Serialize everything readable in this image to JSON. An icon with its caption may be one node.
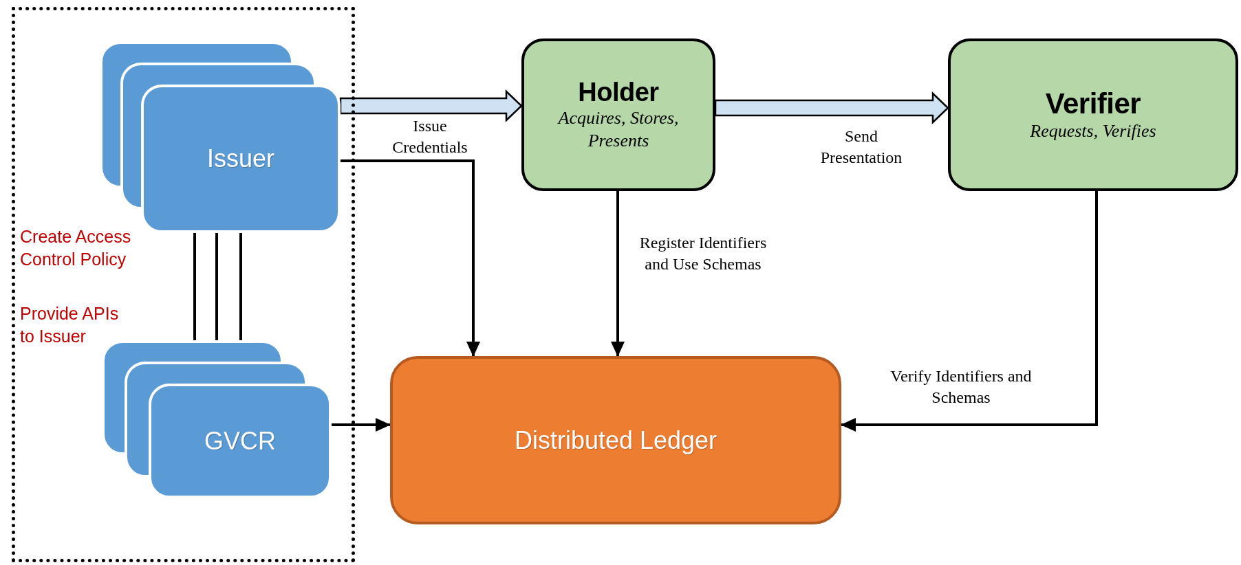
{
  "diagram": {
    "nodes": [
      {
        "text": [],
        "shape": "box"
      },
      {
        "text": [
          "Issuer"
        ],
        "in": 0
      },
      {
        "text": [
          "GVCR"
        ],
        "in": 0
      },
      {
        "text": [
          "Holder",
          "Acquires, Stores, Presents"
        ]
      },
      {
        "text": [
          "Verifier",
          "Requests, Verifies"
        ]
      },
      {
        "text": [
          "Distributed Ledger"
        ]
      }
    ],
    "edges": [
      {
        "from": 1,
        "to": 3,
        "arrow": "to",
        "label": "Issue Credentials",
        "style": "thick",
        "color": "#cfe2f3"
      },
      {
        "from": 1,
        "to": 5,
        "arrow": "to"
      },
      {
        "from": 3,
        "to": 4,
        "arrow": "to",
        "label": "Send Presentation",
        "style": "thick",
        "color": "#cfe2f3"
      },
      {
        "from": 3,
        "to": 5,
        "arrow": "to",
        "label": "Register Identifiers and Use Schemas"
      },
      {
        "from": 4,
        "to": 5,
        "arrow": "to",
        "label": "Verify Identifiers and Schemas"
      },
      {
        "from": 2,
        "to": 5,
        "arrow": "to"
      },
      {
        "from": 1,
        "to": 2,
        "arrow": "none"
      },
      {
        "from": 1,
        "to": 2,
        "arrow": "none"
      },
      {
        "from": 1,
        "to": 2,
        "arrow": "none"
      }
    ],
    "labels": [
      "Create Access Control Policy",
      "Provide APIs to Issuer"
    ]
  }
}
